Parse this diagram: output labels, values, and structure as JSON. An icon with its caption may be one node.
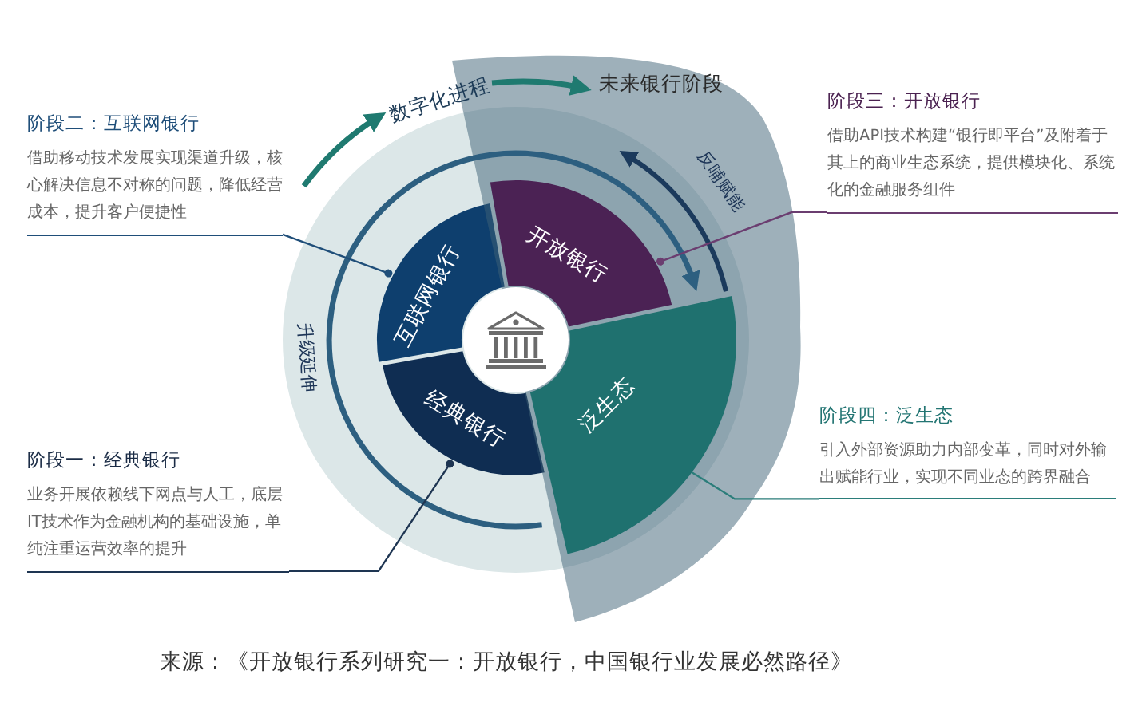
{
  "diagram": {
    "caption": "来源：《开放银行系列研究一：开放银行，中国银行业发展必然路径》",
    "nodes": [
      {
        "text": [
          "阶段二：互联网银行",
          "借助移动技术发展实现渠道升级，核心解决信息不对称的问题，降低经营成本，提升客户便捷性"
        ]
      },
      {
        "text": [
          "未来银行阶段"
        ]
      },
      {
        "text": [
          "阶段三：开放银行",
          "借助API技术构建“银行即平台”及附着于其上的商业生态系统，提供模块化、系统化的金融服务组件"
        ]
      },
      {
        "text": [
          "互联网银行"
        ]
      },
      {
        "text": [
          "开放银行"
        ],
        "in": 1
      },
      {
        "text": [
          "经典银行"
        ]
      },
      {
        "text": [
          "泛生态"
        ],
        "in": 1
      },
      {
        "text": [
          "阶段一：经典银行",
          "业务开展依赖线下网点与人工，底层IT技术作为金融机构的基础设施，单纯注重运营效率的提升"
        ]
      },
      {
        "text": [
          "阶段四：泛生态",
          "引入外部资源助力内部变革，同时对外输出赋能行业，实现不同业态的跨界融合"
        ]
      }
    ],
    "edges": [
      {
        "from": 0,
        "to": 3,
        "arrow": "other",
        "color": "#1f4e79"
      },
      {
        "from": 2,
        "to": 4,
        "arrow": "other",
        "color": "#6b3d70"
      },
      {
        "from": 7,
        "to": 5,
        "arrow": "other",
        "color": "#1e3552"
      },
      {
        "from": 8,
        "to": 6,
        "arrow": "none",
        "color": "#2b7d7a"
      }
    ],
    "labels": [
      "数字化进程",
      "反哺赋能",
      "升级延伸"
    ]
  }
}
